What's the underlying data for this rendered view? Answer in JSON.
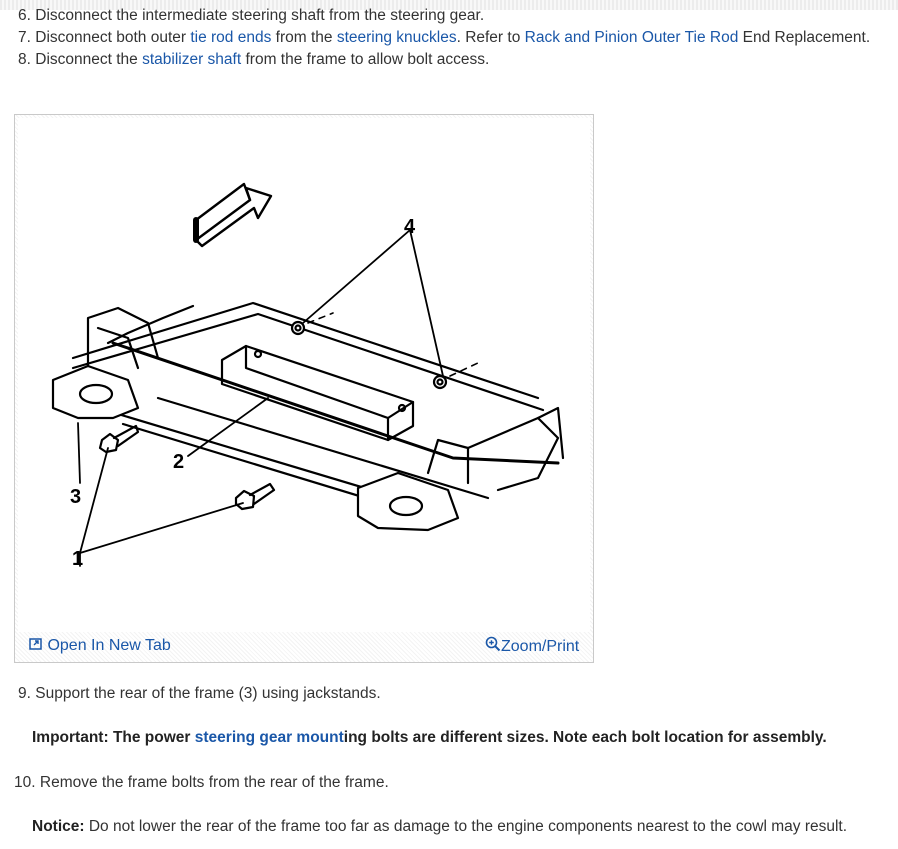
{
  "steps_top": [
    {
      "num": "6.",
      "segments": [
        {
          "t": "Disconnect the intermediate steering shaft from the steering gear.",
          "link": false
        }
      ]
    },
    {
      "num": "7.",
      "segments": [
        {
          "t": "Disconnect both outer ",
          "link": false
        },
        {
          "t": "tie rod ends",
          "link": true
        },
        {
          "t": " from the ",
          "link": false
        },
        {
          "t": "steering knuckles",
          "link": true
        },
        {
          "t": ". Refer to ",
          "link": false
        },
        {
          "t": "Rack and Pinion Outer Tie Rod",
          "link": true
        },
        {
          "t": " End Replacement.",
          "link": false
        }
      ]
    },
    {
      "num": "8.",
      "segments": [
        {
          "t": "Disconnect the ",
          "link": false
        },
        {
          "t": "stabilizer shaft",
          "link": true
        },
        {
          "t": " from the frame to allow bolt access.",
          "link": false
        }
      ]
    }
  ],
  "figure": {
    "callouts": {
      "c1": "1",
      "c2": "2",
      "c3": "3",
      "c4": "4"
    },
    "open_tab_label": "Open In New Tab",
    "zoom_label": "Zoom/Print",
    "open_tab_icon": "open-external-icon",
    "zoom_icon": "magnifier-plus-icon",
    "link_color": "#1a57a8"
  },
  "step9": {
    "num": "9.",
    "text": "Support the rear of the frame (3) using jackstands."
  },
  "important": {
    "label": "Important:",
    "pre": " The power ",
    "link": "steering gear mount",
    "post": "ing bolts are different sizes. Note each bolt location for assembly."
  },
  "step10": {
    "num": "10.",
    "text": "Remove the frame bolts from the rear of the frame."
  },
  "notice": {
    "label": "Notice:",
    "text": " Do not lower the rear of the frame too far as damage to the engine components nearest to the cowl may result."
  }
}
